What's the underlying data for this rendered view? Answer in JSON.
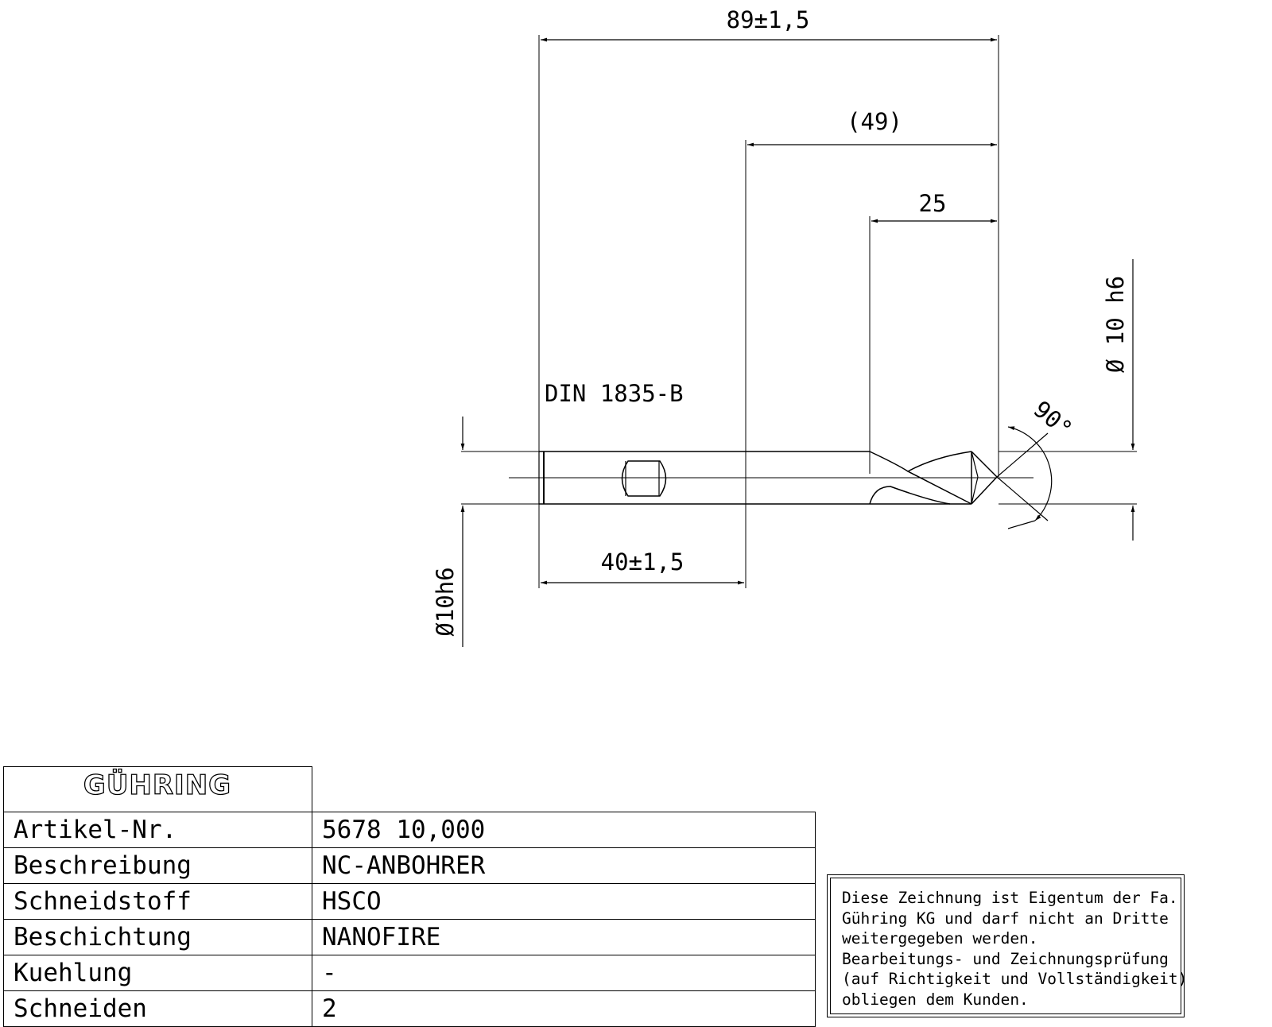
{
  "drawing": {
    "dimensions": {
      "overall_length": "89±1,5",
      "shank_length": "(49)",
      "flute_length": "25",
      "clamp_length": "40±1,5",
      "tip_angle": "90°",
      "body_diameter": "Ø 10 h6",
      "shank_diameter": "Ø10h6"
    },
    "shank_standard": "DIN 1835-B"
  },
  "title_block": {
    "logo": "GÜHRING",
    "rows": [
      {
        "label": "Artikel-Nr.",
        "value": "5678 10,000"
      },
      {
        "label": "Beschreibung",
        "value": "NC-ANBOHRER"
      },
      {
        "label": "Schneidstoff",
        "value": "HSCO"
      },
      {
        "label": "Beschichtung",
        "value": "NANOFIRE"
      },
      {
        "label": "Kuehlung",
        "value": "-"
      },
      {
        "label": "Schneiden",
        "value": "2"
      }
    ]
  },
  "notice": {
    "lines": [
      "Diese Zeichnung ist Eigentum der Fa.",
      "Gühring KG und darf nicht an Dritte",
      "weitergegeben werden.",
      "Bearbeitungs- und Zeichnungsprüfung",
      "(auf Richtigkeit und Vollständigkeit)",
      "obliegen dem Kunden."
    ]
  }
}
